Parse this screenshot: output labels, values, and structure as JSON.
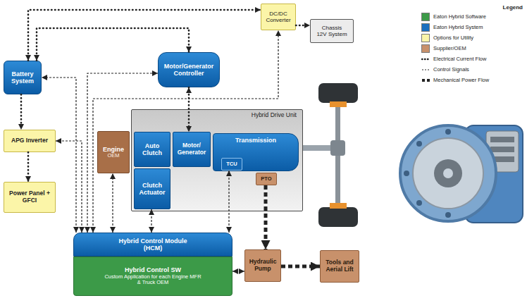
{
  "diagram": {
    "nodes": [
      {
        "text": [
          "Battery System"
        ]
      },
      {
        "text": [
          "DC/DC Converter"
        ]
      },
      {
        "text": [
          "Chassis 12V System"
        ]
      },
      {
        "text": [
          "Motor/Generator Controller"
        ]
      },
      {
        "text": [
          "APG Inverter"
        ]
      },
      {
        "text": [
          "Engine",
          "OEM"
        ]
      },
      {
        "text": [
          "Hybrid Drive Unit"
        ]
      },
      {
        "text": [
          "Auto Clutch"
        ],
        "in": 6
      },
      {
        "text": [
          "Clutch Actuator"
        ],
        "in": 6
      },
      {
        "text": [
          "Motor/ Generator"
        ],
        "in": 6
      },
      {
        "text": [
          "Transmission"
        ],
        "in": 6
      },
      {
        "text": [
          "TCU"
        ],
        "in": 10
      },
      {
        "text": [
          "PTO"
        ],
        "in": 6
      },
      {
        "text": [
          "Power Panel + GFCI"
        ]
      },
      {
        "text": [
          "Hybrid Control Module (HCM)"
        ]
      },
      {
        "text": [
          "Hybrid Control SW",
          "Custom Application for each Engine MFR & Truck OEM"
        ]
      },
      {
        "text": [
          "Hydraulic Pump"
        ]
      },
      {
        "text": [
          "Tools and Aerial Lift"
        ]
      }
    ],
    "edges": [
      {
        "from": 0,
        "to": 1,
        "arrow": "both"
      },
      {
        "from": 0,
        "to": 3,
        "arrow": "both"
      },
      {
        "from": 1,
        "to": 2,
        "arrow": "to"
      },
      {
        "from": 3,
        "to": 9,
        "arrow": "both"
      },
      {
        "from": 0,
        "to": 4,
        "arrow": "to"
      },
      {
        "from": 4,
        "to": 13,
        "arrow": "to"
      },
      {
        "from": 14,
        "to": 0,
        "arrow": "both"
      },
      {
        "from": 14,
        "to": 4,
        "arrow": "both"
      },
      {
        "from": 14,
        "to": 3,
        "arrow": "both"
      },
      {
        "from": 14,
        "to": 1,
        "arrow": "both"
      },
      {
        "from": 14,
        "to": 5,
        "arrow": "both"
      },
      {
        "from": 14,
        "to": 8,
        "arrow": "both"
      },
      {
        "from": 14,
        "to": 11,
        "arrow": "both"
      },
      {
        "from": 15,
        "to": 16,
        "arrow": "both"
      },
      {
        "from": 12,
        "to": 16,
        "arrow": "to"
      },
      {
        "from": 16,
        "to": 17,
        "arrow": "to"
      }
    ],
    "labels": [
      "Legend"
    ],
    "legend": [
      {
        "text": "Eaton Hybrid Software",
        "color": "#3c9a48"
      },
      {
        "text": "Eaton Hybrid System",
        "color": "#1a6fbf"
      },
      {
        "text": "Options for Utility",
        "color": "#fbf5a8"
      },
      {
        "text": "Supplier/OEM",
        "color": "#c8916b"
      },
      {
        "text": "Electrical Current Flow"
      },
      {
        "text": "Control Signals"
      },
      {
        "text": "Mechanical Power Flow"
      }
    ]
  }
}
